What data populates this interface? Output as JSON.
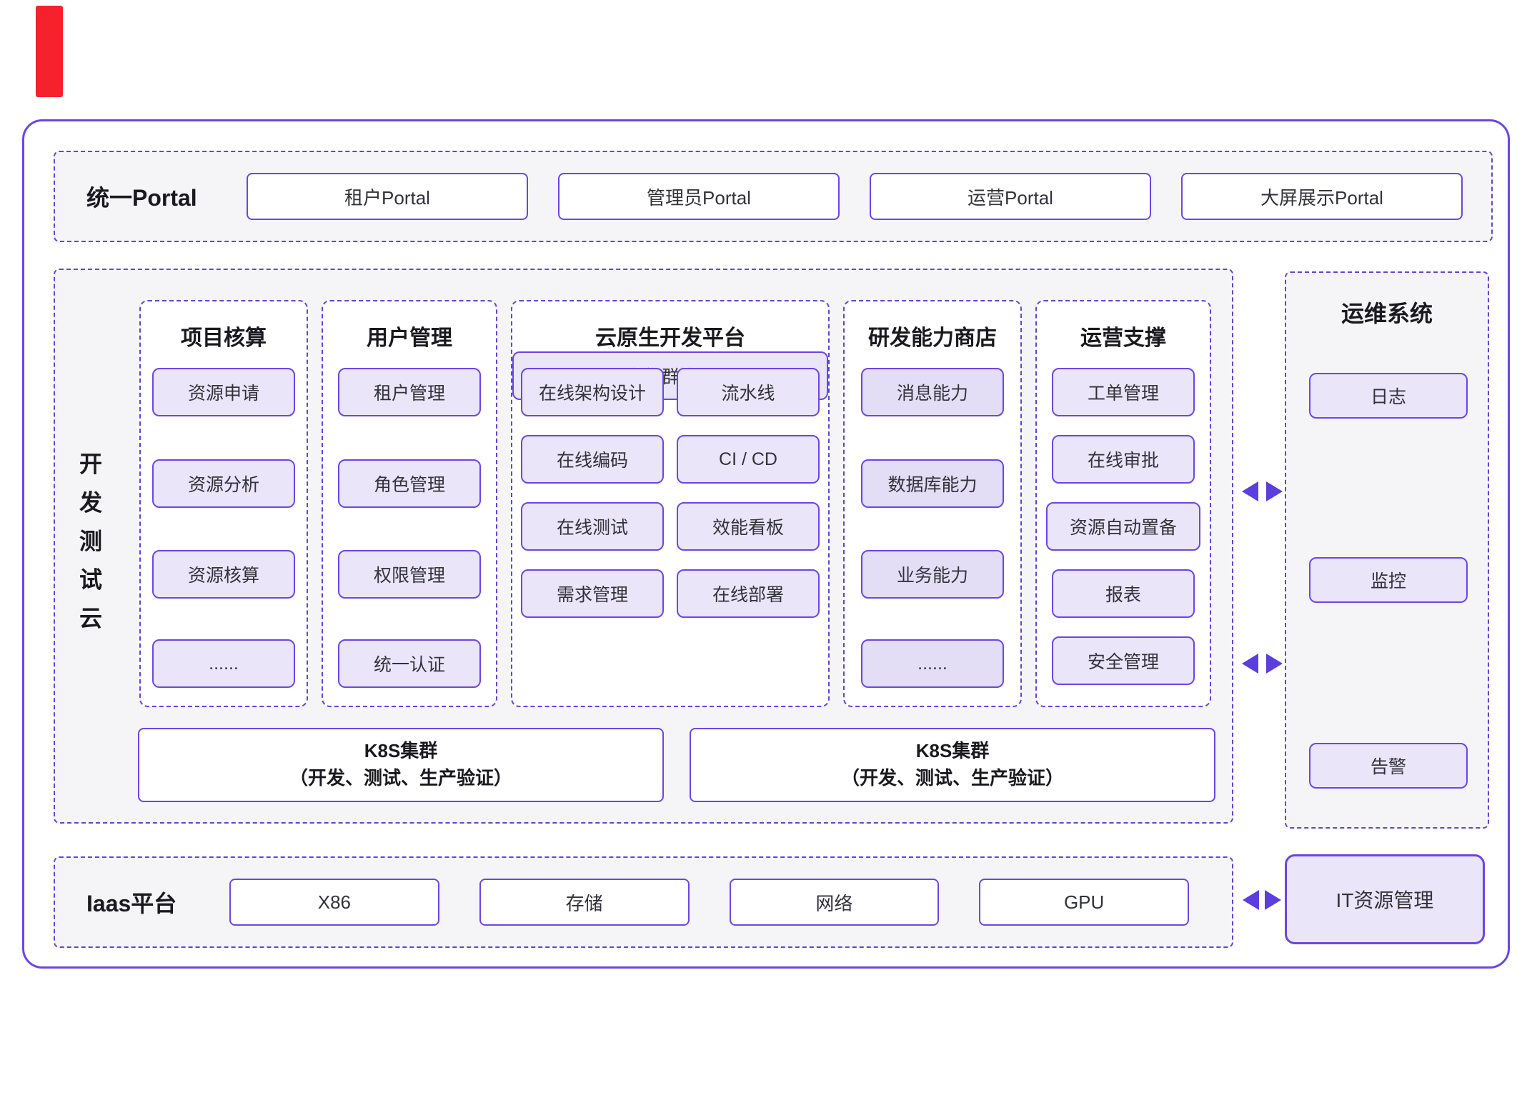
{
  "colors": {
    "accent_purple": "#6B46E6",
    "dashed_purple": "#5A46DE",
    "lavender_fill": "#EAE5F9",
    "section_bg": "#F5F5F8",
    "marker_red": "#F5222D"
  },
  "portal": {
    "title": "统一Portal",
    "items": [
      "租户Portal",
      "管理员Portal",
      "运营Portal",
      "大屏展示Portal"
    ]
  },
  "cloud": {
    "vertical_label_chars": [
      "开",
      "发",
      "测",
      "试",
      "云"
    ],
    "columns": [
      {
        "title": "项目核算",
        "items": [
          "资源申请",
          "资源分析",
          "资源核算",
          "......"
        ]
      },
      {
        "title": "用户管理",
        "items": [
          "租户管理",
          "角色管理",
          "权限管理",
          "统一认证"
        ]
      },
      {
        "title": "云原生开发平台",
        "grid_items": [
          "在线架构设计",
          "流水线",
          "在线编码",
          "CI / CD",
          "在线测试",
          "效能看板",
          "需求管理",
          "在线部署"
        ],
        "full_item": "多集群管理"
      },
      {
        "title": "研发能力商店",
        "items": [
          "消息能力",
          "数据库能力",
          "业务能力",
          "......"
        ]
      },
      {
        "title": "运营支撑",
        "items": [
          "工单管理",
          "在线审批",
          "资源自动置备",
          "报表",
          "安全管理"
        ]
      }
    ],
    "k8s_clusters": [
      {
        "line1": "K8S集群",
        "line2": "（开发、测试、生产验证）"
      },
      {
        "line1": "K8S集群",
        "line2": "（开发、测试、生产验证）"
      }
    ]
  },
  "ops": {
    "title": "运维系统",
    "items": [
      "日志",
      "监控",
      "告警"
    ]
  },
  "iaas": {
    "title": "Iaas平台",
    "items": [
      "X86",
      "存储",
      "网络",
      "GPU"
    ]
  },
  "it_mgmt": {
    "label": "IT资源管理"
  }
}
